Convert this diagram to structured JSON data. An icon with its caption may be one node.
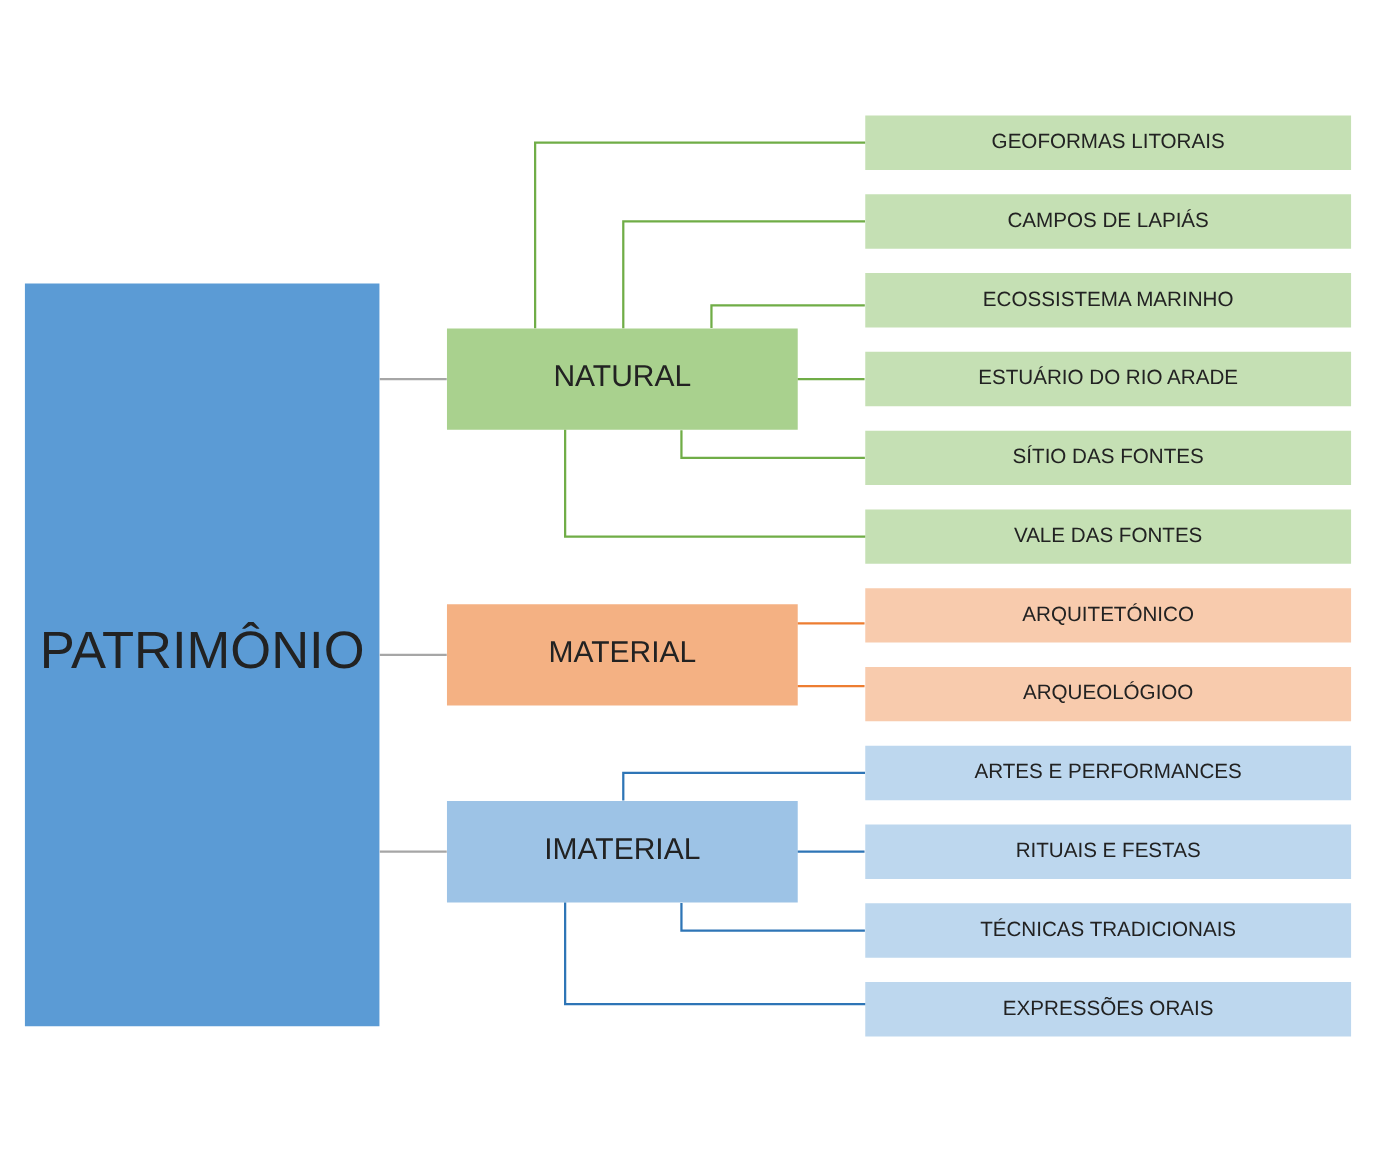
{
  "diagram": {
    "nodes": [
      {
        "text": [
          "PATRIMÔNIO"
        ]
      },
      {
        "text": [
          "NATURAL"
        ]
      },
      {
        "text": [
          "GEOFORMAS LITORAIS"
        ]
      },
      {
        "text": [
          "CAMPOS DE LAPIÁS"
        ]
      },
      {
        "text": [
          "ECOSSISTEMA MARINHO"
        ]
      },
      {
        "text": [
          "ESTUÁRIO DO RIO ARADE"
        ]
      },
      {
        "text": [
          "SÍTIO DAS FONTES"
        ]
      },
      {
        "text": [
          "VALE DAS FONTES"
        ]
      },
      {
        "text": [
          "MATERIAL"
        ]
      },
      {
        "text": [
          "ARQUITETÓNICO"
        ]
      },
      {
        "text": [
          "ARQUEOLÓGIOO"
        ]
      },
      {
        "text": [
          "IMATERIAL"
        ]
      },
      {
        "text": [
          "ARTES E PERFORMANCES"
        ]
      },
      {
        "text": [
          "RITUAIS E FESTAS"
        ]
      },
      {
        "text": [
          "TÉCNICAS TRADICIONAIS"
        ]
      },
      {
        "text": [
          "EXPRESSÕES ORAIS"
        ]
      }
    ],
    "edges": [
      {
        "from": 0,
        "to": 1,
        "arrow": "none",
        "color": "#a6a6a6"
      },
      {
        "from": 0,
        "to": 8,
        "arrow": "none",
        "color": "#a6a6a6"
      },
      {
        "from": 0,
        "to": 11,
        "arrow": "none",
        "color": "#a6a6a6"
      },
      {
        "from": 1,
        "to": 2,
        "arrow": "none"
      },
      {
        "from": 1,
        "to": 3,
        "arrow": "none"
      },
      {
        "from": 1,
        "to": 4,
        "arrow": "none"
      },
      {
        "from": 1,
        "to": 5,
        "arrow": "none"
      },
      {
        "from": 1,
        "to": 6,
        "arrow": "none"
      },
      {
        "from": 1,
        "to": 7,
        "arrow": "none"
      },
      {
        "from": 8,
        "to": 9,
        "arrow": "none",
        "color": "#ed7d31"
      },
      {
        "from": 8,
        "to": 10,
        "arrow": "none",
        "color": "#ed7d31"
      },
      {
        "from": 11,
        "to": 12,
        "arrow": "none",
        "color": "#2e75b6"
      },
      {
        "from": 11,
        "to": 13,
        "arrow": "none",
        "color": "#2e75b6"
      },
      {
        "from": 11,
        "to": 14,
        "arrow": "none",
        "color": "#2e75b6"
      },
      {
        "from": 11,
        "to": 15,
        "arrow": "none",
        "color": "#2e75b6"
      }
    ]
  }
}
